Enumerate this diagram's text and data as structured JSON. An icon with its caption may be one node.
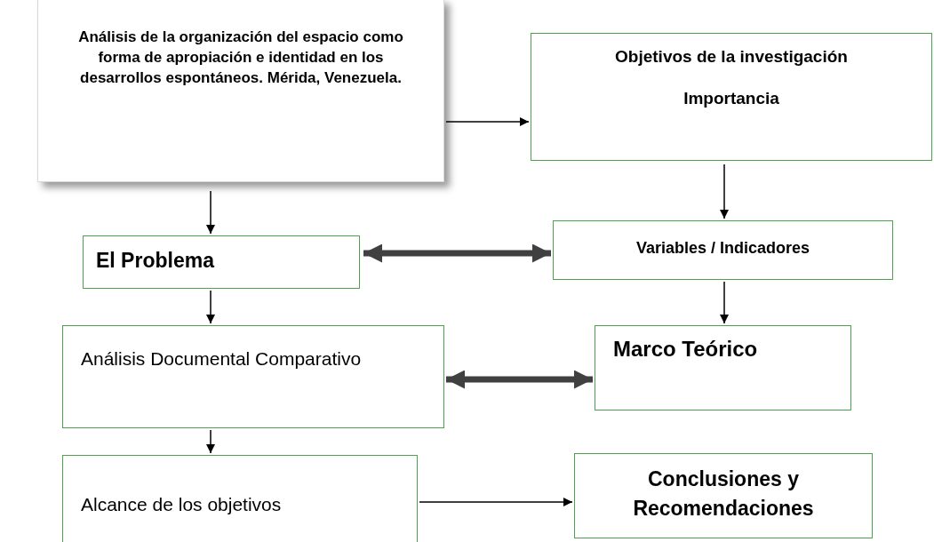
{
  "diagram": {
    "nodes": [
      {
        "text": [
          "Análisis de la organización del espacio como forma de  apropiación e identidad en los desarrollos espontáneos. Mérida, Venezuela."
        ]
      },
      {
        "text": [
          "Objetivos de la investigación",
          "Importancia"
        ]
      },
      {
        "text": [
          "El Problema"
        ]
      },
      {
        "text": [
          "Variables / Indicadores"
        ]
      },
      {
        "text": [
          "Análisis Documental Comparativo"
        ]
      },
      {
        "text": [
          "Marco Teórico"
        ]
      },
      {
        "text": [
          "Alcance de los objetivos"
        ]
      },
      {
        "text": [
          "Conclusiones y Recomendaciones"
        ]
      }
    ],
    "edges": [
      {
        "from": 0,
        "to": 1,
        "arrow": "to"
      },
      {
        "from": 0,
        "to": 2,
        "arrow": "to"
      },
      {
        "from": 1,
        "to": 3,
        "arrow": "to"
      },
      {
        "from": 2,
        "to": 3,
        "arrow": "both",
        "style": "thick",
        "color": "#404040"
      },
      {
        "from": 2,
        "to": 4,
        "arrow": "to"
      },
      {
        "from": 3,
        "to": 5,
        "arrow": "to"
      },
      {
        "from": 4,
        "to": 5,
        "arrow": "both",
        "style": "thick",
        "color": "#404040"
      },
      {
        "from": 4,
        "to": 6,
        "arrow": "to"
      },
      {
        "from": 6,
        "to": 7,
        "arrow": "to"
      }
    ]
  }
}
